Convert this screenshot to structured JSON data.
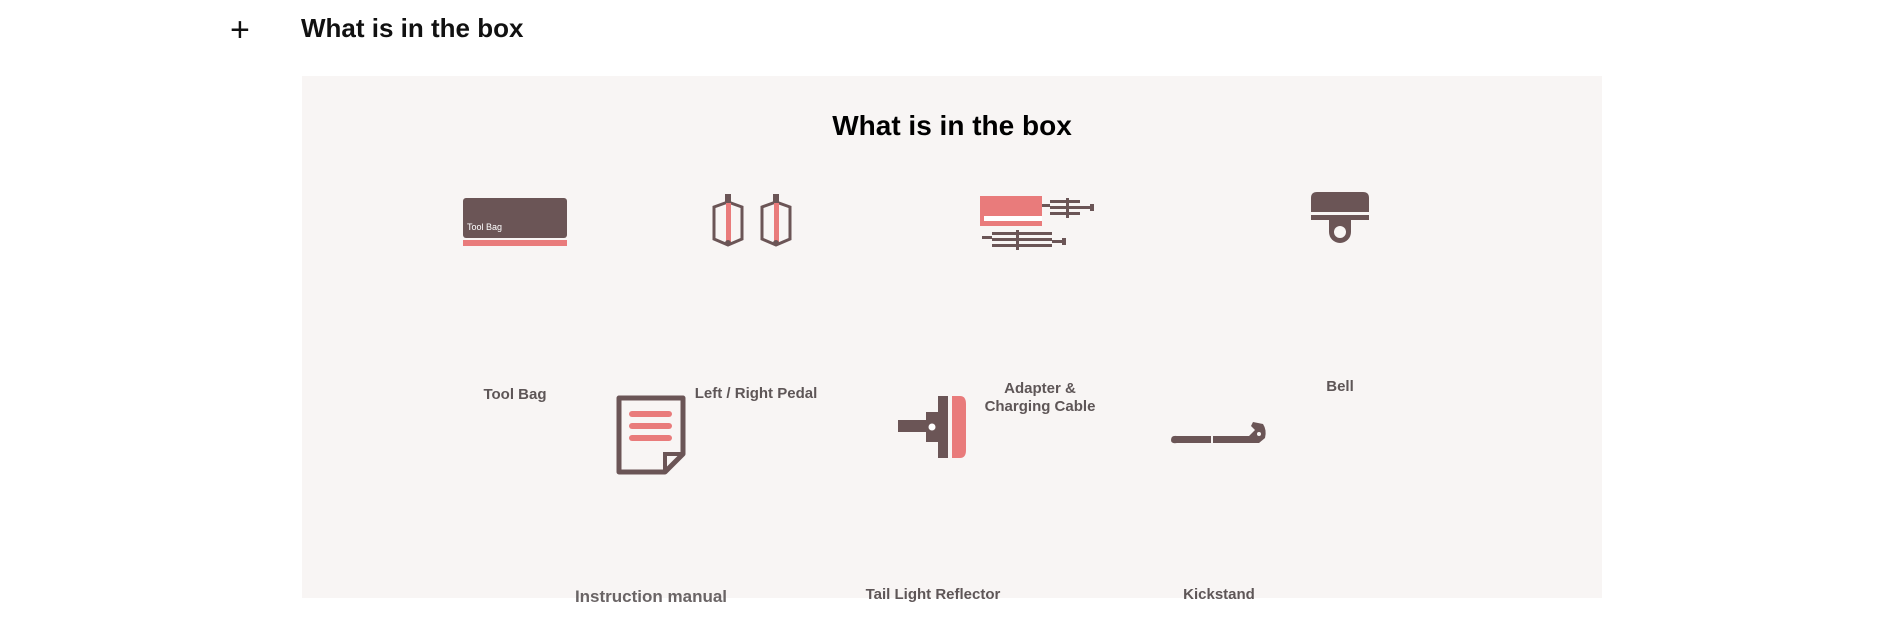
{
  "accordion": {
    "toggle_icon": "plus-icon",
    "toggle_symbol": "+",
    "title": "What is in the box"
  },
  "panel": {
    "title": "What is in the box",
    "items": [
      {
        "label": "Tool Bag",
        "icon": "tool-bag-icon",
        "icon_text": "Tool Bag"
      },
      {
        "label": "Left / Right Pedal",
        "icon": "pedal-icon"
      },
      {
        "label_line1": "Adapter &",
        "label_line2": "Charging Cable",
        "icon": "adapter-cable-icon"
      },
      {
        "label": "Bell",
        "icon": "bell-icon"
      },
      {
        "label": "Instruction manual",
        "icon": "manual-icon"
      },
      {
        "label": "Tail Light Reflector",
        "icon": "tail-light-icon"
      },
      {
        "label": "Kickstand",
        "icon": "kickstand-icon"
      }
    ]
  },
  "colors": {
    "brown": "#6b5556",
    "pink": "#e97b7b",
    "panel_bg": "#f8f5f4"
  }
}
